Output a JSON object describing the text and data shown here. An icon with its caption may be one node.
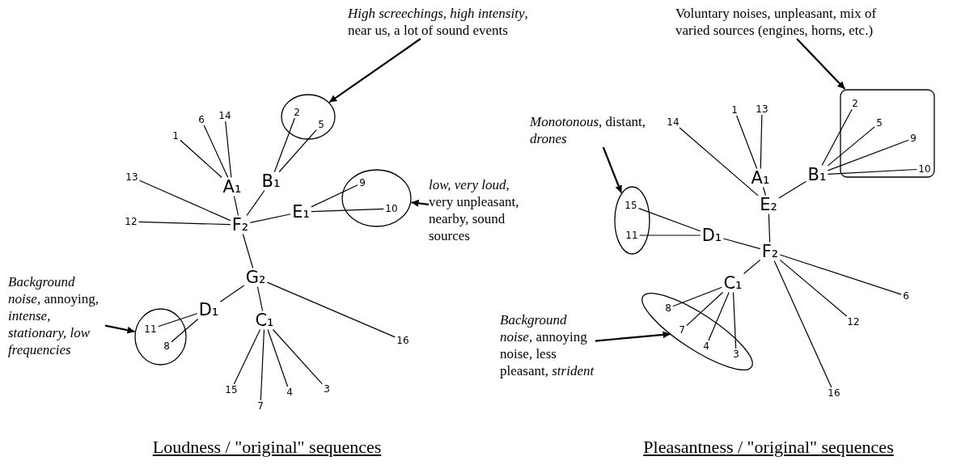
{
  "diagram": {
    "nodes": [
      {
        "text": [
          "*High screechings, high intensity*, near us, a lot of sound events"
        ]
      },
      {
        "text": [],
        "shape": "circle"
      },
      {
        "text": [
          "2"
        ],
        "in": 1
      },
      {
        "text": [
          "5"
        ],
        "in": 1
      },
      {
        "text": [
          "6"
        ]
      },
      {
        "text": [
          "14"
        ]
      },
      {
        "text": [
          "1"
        ]
      },
      {
        "text": [
          "A₁"
        ]
      },
      {
        "text": [
          "B₁"
        ]
      },
      {
        "text": [
          "13"
        ]
      },
      {
        "text": [],
        "shape": "circle"
      },
      {
        "text": [
          "9"
        ],
        "in": 10
      },
      {
        "text": [
          "10"
        ],
        "in": 10
      },
      {
        "text": [
          "*low, very loud*, very unpleasant, nearby, sound sources"
        ]
      },
      {
        "text": [
          "E₁"
        ]
      },
      {
        "text": [
          "12"
        ]
      },
      {
        "text": [
          "F₂"
        ]
      },
      {
        "text": [
          "*Background noise*, annoying, *intense, stationary, low frequencies*"
        ]
      },
      {
        "text": [
          "G₂"
        ]
      },
      {
        "text": [
          "D₁"
        ]
      },
      {
        "text": [],
        "shape": "circle"
      },
      {
        "text": [
          "11"
        ],
        "in": 20
      },
      {
        "text": [
          "8"
        ],
        "in": 20
      },
      {
        "text": [
          "C₁"
        ]
      },
      {
        "text": [
          "16"
        ]
      },
      {
        "text": [
          "15"
        ]
      },
      {
        "text": [
          "4"
        ]
      },
      {
        "text": [
          "3"
        ]
      },
      {
        "text": [
          "7"
        ]
      },
      {
        "text": [
          "Voluntary noises, unpleasant, mix of varied sources (engines, horns, etc.)"
        ]
      },
      {
        "text": [],
        "shape": "box"
      },
      {
        "text": [
          "2"
        ],
        "in": 30
      },
      {
        "text": [
          "5"
        ],
        "in": 30
      },
      {
        "text": [
          "9"
        ],
        "in": 30
      },
      {
        "text": [
          "10"
        ],
        "in": 30
      },
      {
        "text": [
          "1"
        ]
      },
      {
        "text": [
          "13"
        ]
      },
      {
        "text": [
          "14"
        ]
      },
      {
        "text": [
          "*Monotonous*, distant, *drones*"
        ]
      },
      {
        "text": [
          "A₁"
        ]
      },
      {
        "text": [
          "B₁"
        ]
      },
      {
        "text": [
          "E₂"
        ]
      },
      {
        "text": [],
        "shape": "ellipse"
      },
      {
        "text": [
          "15"
        ],
        "in": 42
      },
      {
        "text": [
          "11"
        ],
        "in": 42
      },
      {
        "text": [
          "D₁"
        ]
      },
      {
        "text": [
          "F₂"
        ]
      },
      {
        "text": [
          "C₁"
        ]
      },
      {
        "text": [
          "6"
        ]
      },
      {
        "text": [
          "*Background noise*, annoying noise, less pleasant, *strident*"
        ]
      },
      {
        "text": [],
        "shape": "ellipse"
      },
      {
        "text": [
          "8"
        ],
        "in": 50
      },
      {
        "text": [
          "7"
        ],
        "in": 50
      },
      {
        "text": [
          "4"
        ],
        "in": 50
      },
      {
        "text": [
          "3"
        ],
        "in": 50
      },
      {
        "text": [
          "12"
        ]
      },
      {
        "text": [
          "16"
        ]
      }
    ],
    "edges": [
      {
        "from": 0,
        "to": 1,
        "arrow": "to"
      },
      {
        "from": 16,
        "to": 7,
        "arrow": "none"
      },
      {
        "from": 16,
        "to": 8,
        "arrow": "none"
      },
      {
        "from": 7,
        "to": 6,
        "arrow": "none"
      },
      {
        "from": 7,
        "to": 4,
        "arrow": "none"
      },
      {
        "from": 7,
        "to": 5,
        "arrow": "none"
      },
      {
        "from": 8,
        "to": 2,
        "arrow": "none"
      },
      {
        "from": 8,
        "to": 3,
        "arrow": "none"
      },
      {
        "from": 16,
        "to": 9,
        "arrow": "none"
      },
      {
        "from": 16,
        "to": 15,
        "arrow": "none"
      },
      {
        "from": 16,
        "to": 14,
        "arrow": "none"
      },
      {
        "from": 14,
        "to": 11,
        "arrow": "none"
      },
      {
        "from": 14,
        "to": 12,
        "arrow": "none"
      },
      {
        "from": 13,
        "to": 10,
        "arrow": "to"
      },
      {
        "from": 16,
        "to": 18,
        "arrow": "none"
      },
      {
        "from": 18,
        "to": 19,
        "arrow": "none"
      },
      {
        "from": 18,
        "to": 23,
        "arrow": "none"
      },
      {
        "from": 18,
        "to": 24,
        "arrow": "none"
      },
      {
        "from": 19,
        "to": 21,
        "arrow": "none"
      },
      {
        "from": 19,
        "to": 22,
        "arrow": "none"
      },
      {
        "from": 17,
        "to": 20,
        "arrow": "to"
      },
      {
        "from": 23,
        "to": 25,
        "arrow": "none"
      },
      {
        "from": 23,
        "to": 28,
        "arrow": "none"
      },
      {
        "from": 23,
        "to": 26,
        "arrow": "none"
      },
      {
        "from": 23,
        "to": 27,
        "arrow": "none"
      },
      {
        "from": 29,
        "to": 30,
        "arrow": "to"
      },
      {
        "from": 41,
        "to": 39,
        "arrow": "none"
      },
      {
        "from": 41,
        "to": 40,
        "arrow": "none"
      },
      {
        "from": 41,
        "to": 37,
        "arrow": "none"
      },
      {
        "from": 39,
        "to": 35,
        "arrow": "none"
      },
      {
        "from": 39,
        "to": 36,
        "arrow": "none"
      },
      {
        "from": 40,
        "to": 31,
        "arrow": "none"
      },
      {
        "from": 40,
        "to": 32,
        "arrow": "none"
      },
      {
        "from": 40,
        "to": 33,
        "arrow": "none"
      },
      {
        "from": 40,
        "to": 34,
        "arrow": "none"
      },
      {
        "from": 41,
        "to": 46,
        "arrow": "none"
      },
      {
        "from": 46,
        "to": 45,
        "arrow": "none"
      },
      {
        "from": 45,
        "to": 43,
        "arrow": "none"
      },
      {
        "from": 45,
        "to": 44,
        "arrow": "none"
      },
      {
        "from": 38,
        "to": 42,
        "arrow": "to"
      },
      {
        "from": 46,
        "to": 47,
        "arrow": "none"
      },
      {
        "from": 47,
        "to": 51,
        "arrow": "none"
      },
      {
        "from": 47,
        "to": 52,
        "arrow": "none"
      },
      {
        "from": 47,
        "to": 53,
        "arrow": "none"
      },
      {
        "from": 47,
        "to": 54,
        "arrow": "none"
      },
      {
        "from": 49,
        "to": 50,
        "arrow": "to"
      },
      {
        "from": 46,
        "to": 48,
        "arrow": "none"
      },
      {
        "from": 46,
        "to": 55,
        "arrow": "none"
      },
      {
        "from": 46,
        "to": 56,
        "arrow": "none"
      }
    ],
    "labels": [
      "Loudness / \"original\" sequences",
      "Pleasantness / \"original\" sequences"
    ]
  }
}
